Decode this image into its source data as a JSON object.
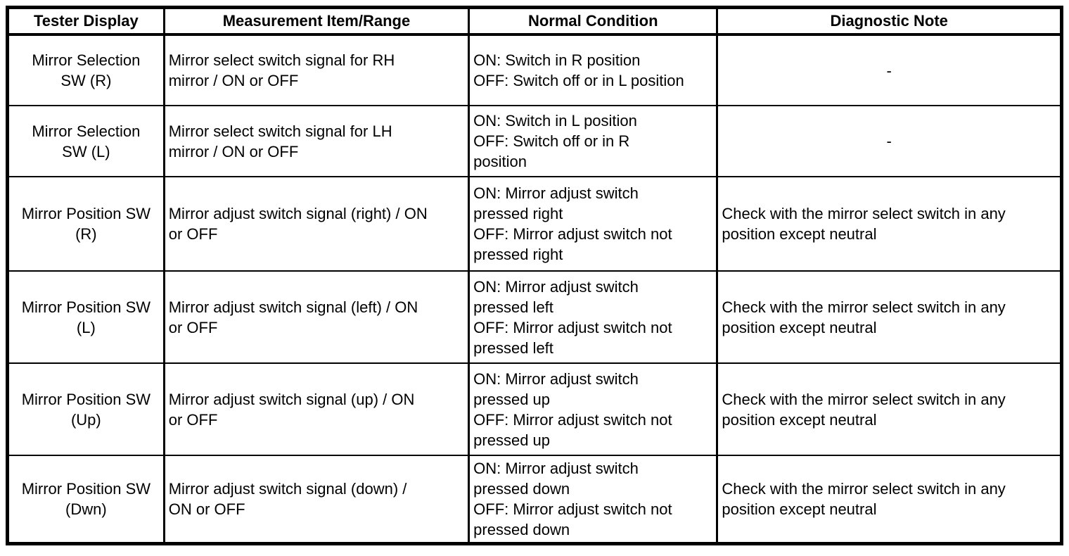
{
  "colors": {
    "border": "#000000",
    "background": "#ffffff",
    "text": "#000000"
  },
  "table": {
    "headers": [
      "Tester Display",
      "Measurement Item/Range",
      "Normal Condition",
      "Diagnostic Note"
    ],
    "rows": [
      {
        "tester_display": "Mirror Selection SW (R)",
        "measurement_item_range": "Mirror select switch signal for RH mirror / ON or OFF",
        "normal_condition": "ON: Switch in R position\nOFF: Switch off or in L position",
        "diagnostic_note": "-"
      },
      {
        "tester_display": "Mirror Selection SW (L)",
        "measurement_item_range": "Mirror select switch signal for LH mirror / ON or OFF",
        "normal_condition": "ON: Switch in L position\nOFF: Switch off or in R position",
        "diagnostic_note": "-"
      },
      {
        "tester_display": "Mirror Position SW (R)",
        "measurement_item_range": "Mirror adjust switch signal (right) / ON or OFF",
        "normal_condition": "ON: Mirror adjust switch pressed right\nOFF: Mirror adjust switch not pressed right",
        "diagnostic_note": "Check with the mirror select switch in any position except neutral"
      },
      {
        "tester_display": "Mirror Position SW (L)",
        "measurement_item_range": "Mirror adjust switch signal (left) / ON or OFF",
        "normal_condition": "ON: Mirror adjust switch pressed left\nOFF: Mirror adjust switch not pressed left",
        "diagnostic_note": "Check with the mirror select switch in any position except neutral"
      },
      {
        "tester_display": "Mirror Position SW (Up)",
        "measurement_item_range": "Mirror adjust switch signal (up) / ON or OFF",
        "normal_condition": "ON: Mirror adjust switch pressed up\nOFF: Mirror adjust switch not pressed up",
        "diagnostic_note": "Check with the mirror select switch in any position except neutral"
      },
      {
        "tester_display": "Mirror Position SW (Dwn)",
        "measurement_item_range": "Mirror adjust switch signal (down) / ON or OFF",
        "normal_condition": "ON: Mirror adjust switch pressed down\nOFF: Mirror adjust switch not pressed down",
        "diagnostic_note": "Check with the mirror select switch in any position except neutral"
      }
    ]
  }
}
